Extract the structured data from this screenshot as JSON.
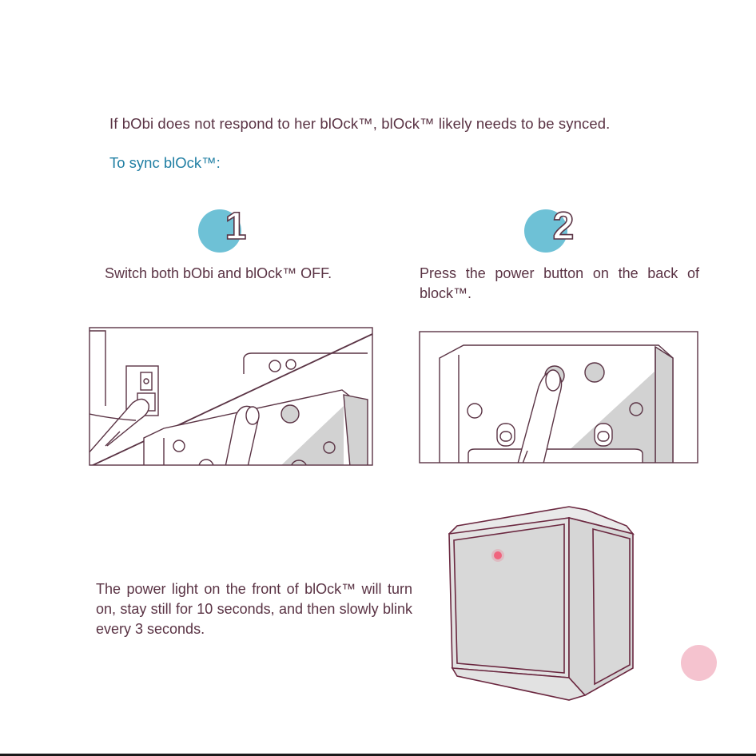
{
  "intro": "If bObi does not respond to her blOck™, blOck™ likely needs to be synced.",
  "subheading": "To sync blOck™:",
  "steps": [
    {
      "number": "1",
      "text": "Switch both bObi and blOck™ OFF."
    },
    {
      "number": "2",
      "text": "Press the power button on the back of block™."
    }
  ],
  "result_text": "The power light on the front of blOck™ will turn on, stay still for 10 seconds, and then slowly blink every 3 seconds.",
  "colors": {
    "text": "#5a3344",
    "heading_blue": "#1f7ea3",
    "badge_blue": "#6ec1d6",
    "outline": "#5a3344",
    "shade": "#d2d2d2",
    "power_light": "#f0647e",
    "page_dot": "#f5c3cf"
  },
  "icons": {
    "step_badge": "numbered-circle-icon",
    "page_indicator": "page-dot-icon"
  }
}
